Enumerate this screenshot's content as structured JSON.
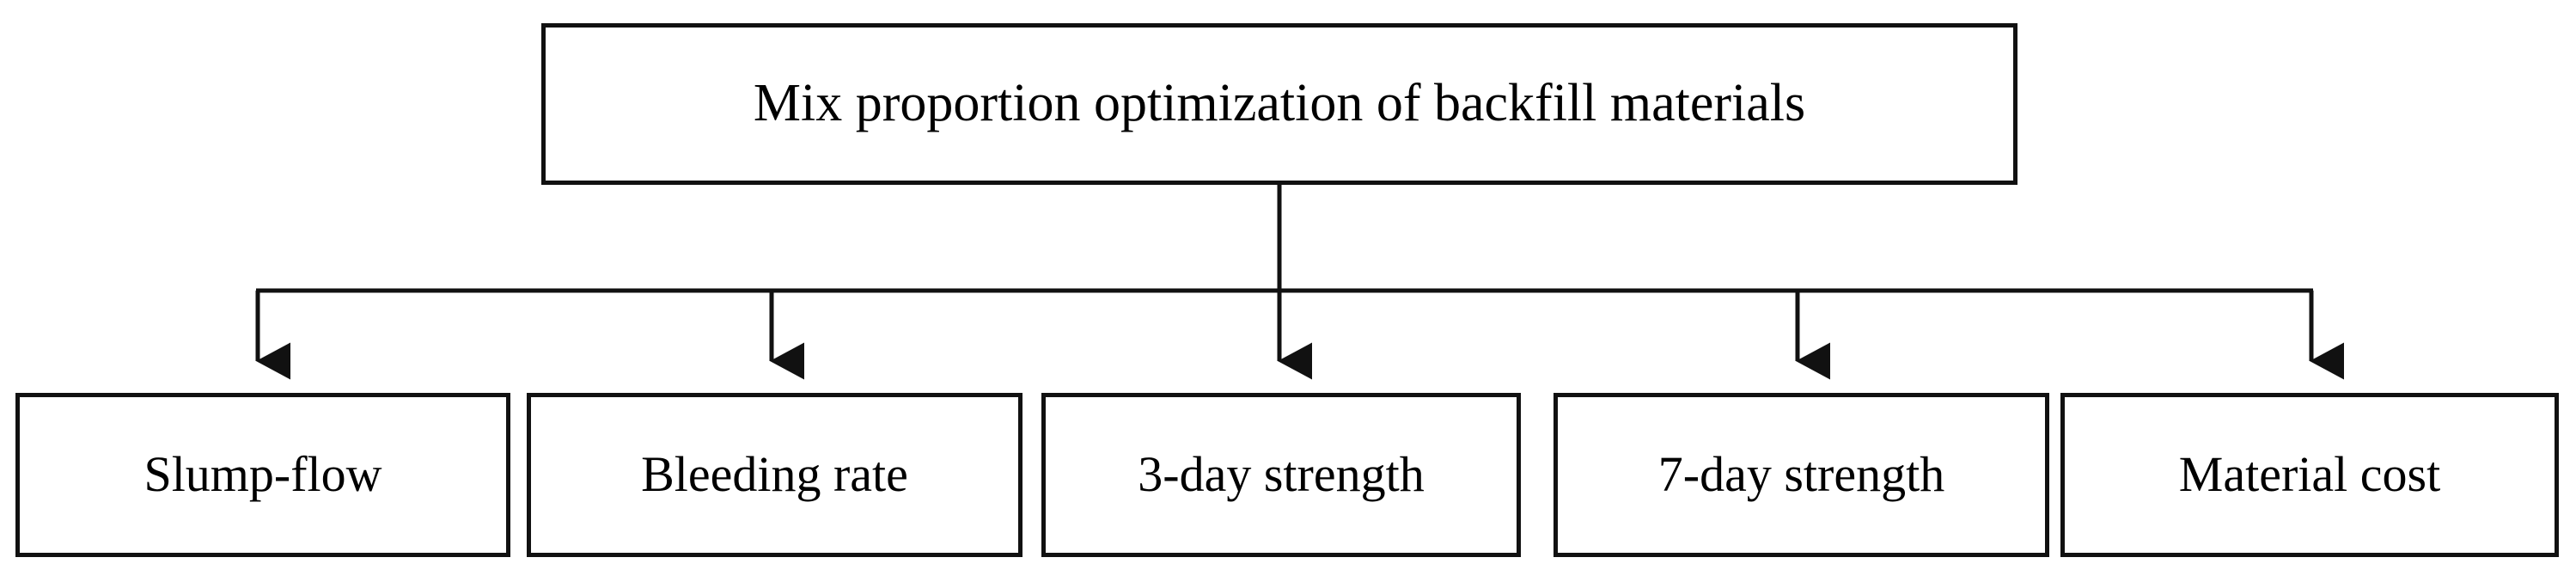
{
  "diagram": {
    "type": "tree-hierarchy",
    "orientation": "top-down",
    "background_color": "#ffffff",
    "stroke_color": "#111111",
    "text_color": "#000000",
    "root": {
      "label": "Mix proportion optimization of backfill materials"
    },
    "children": [
      {
        "label": "Slump-flow"
      },
      {
        "label": "Bleeding rate"
      },
      {
        "label": "3-day strength"
      },
      {
        "label": "7-day strength"
      },
      {
        "label": "Material cost"
      }
    ],
    "connectors": {
      "stem_label": "root-to-bus-stem",
      "bus_label": "horizontal-distribution-bus",
      "arrow_label": "down-arrow"
    }
  }
}
